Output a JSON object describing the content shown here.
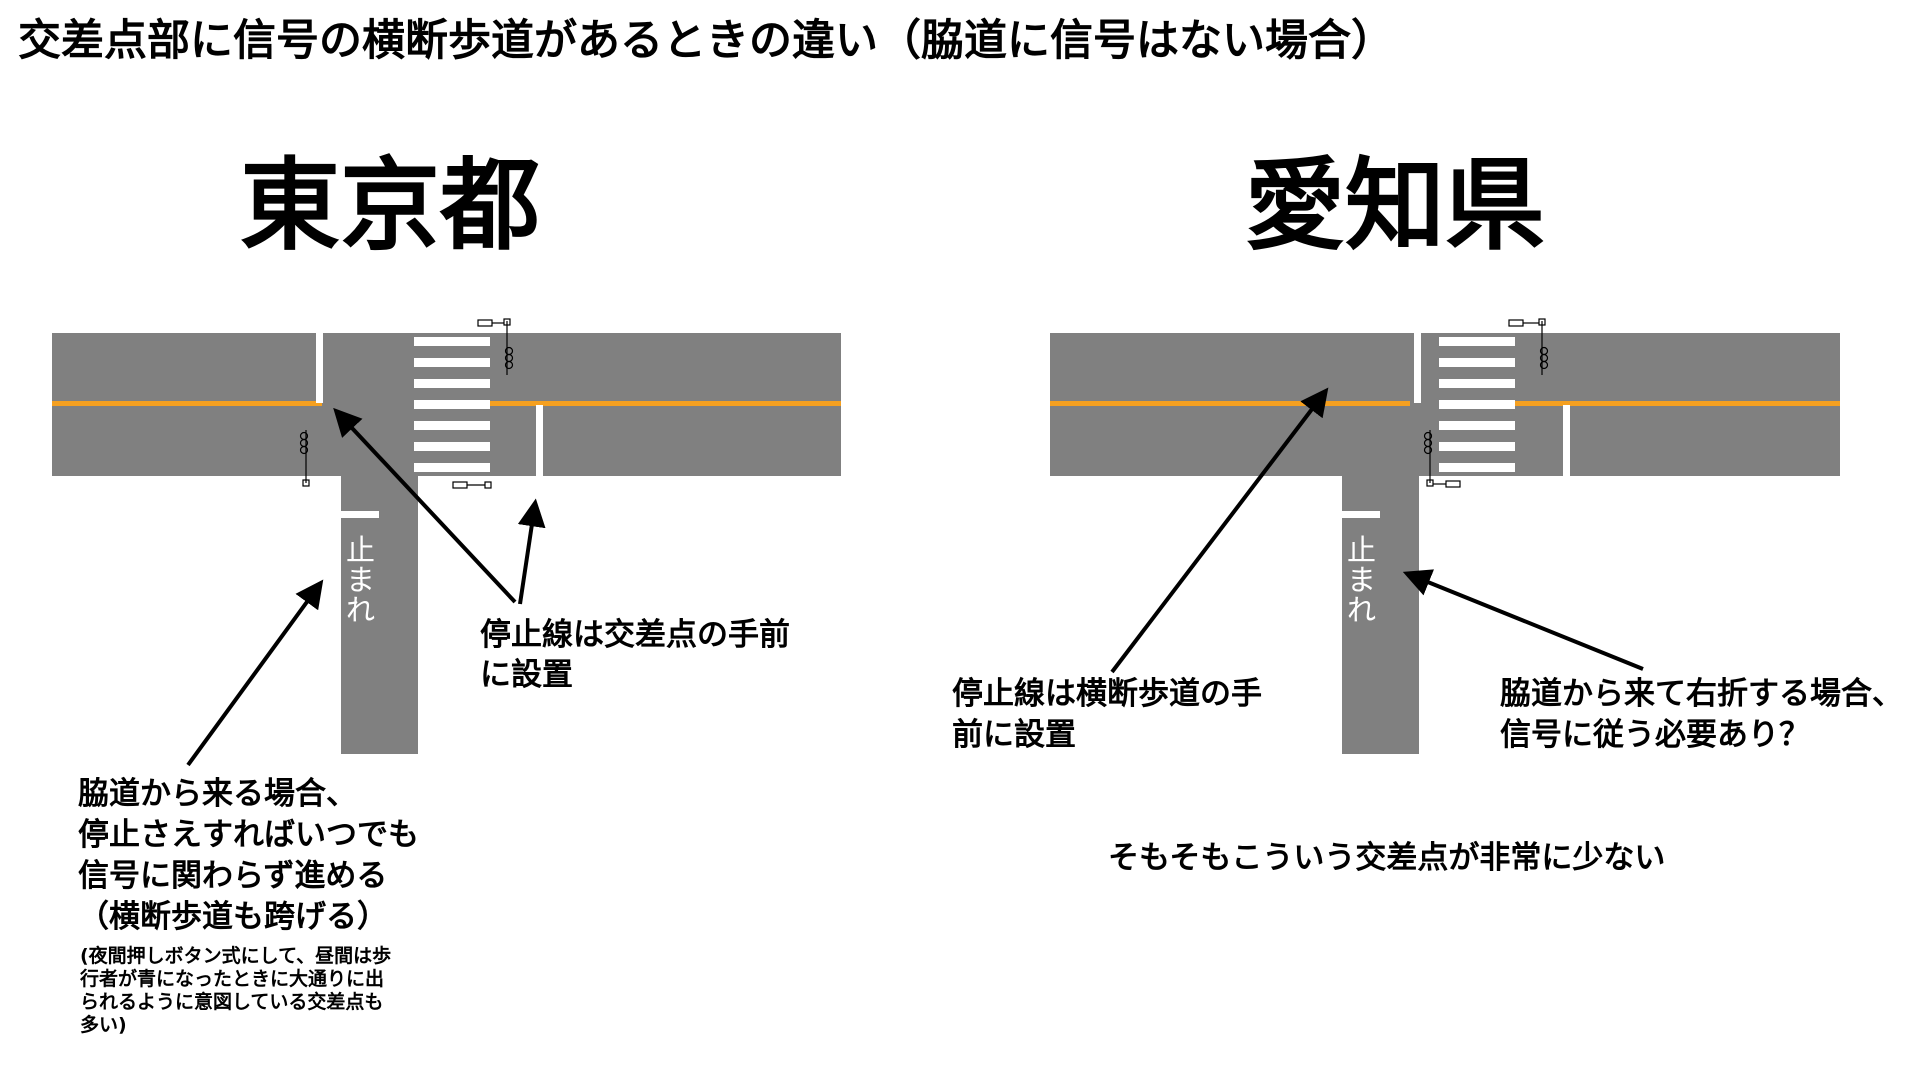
{
  "title": "交差点部に信号の横断歩道があるときの違い（脇道に信号はない場合）",
  "colors": {
    "road": "#808080",
    "center_line": "#f5a020",
    "marking": "#ffffff",
    "arrow": "#000000"
  },
  "left": {
    "heading": "東京都",
    "road_marking": [
      "止",
      "ま",
      "れ"
    ],
    "stop_line_note": [
      "停止線は交差点の手前",
      "に設置"
    ],
    "side_road_note": [
      "脇道から来る場合、",
      "停止さえすればいつでも",
      "信号に関わらず進める",
      "（横断歩道も跨げる）"
    ],
    "footnote": [
      "(夜間押しボタン式にして、昼間は歩",
      "行者が青になったときに大通りに出",
      "られるように意図している交差点も",
      "多い)"
    ]
  },
  "right": {
    "heading": "愛知県",
    "road_marking": [
      "止",
      "ま",
      "れ"
    ],
    "stop_line_note": [
      "停止線は横断歩道の手",
      "前に設置"
    ],
    "right_turn_note": [
      "脇道から来て右折する場合、",
      "信号に従う必要あり？"
    ],
    "rarity_note": "そもそもこういう交差点が非常に少ない"
  }
}
